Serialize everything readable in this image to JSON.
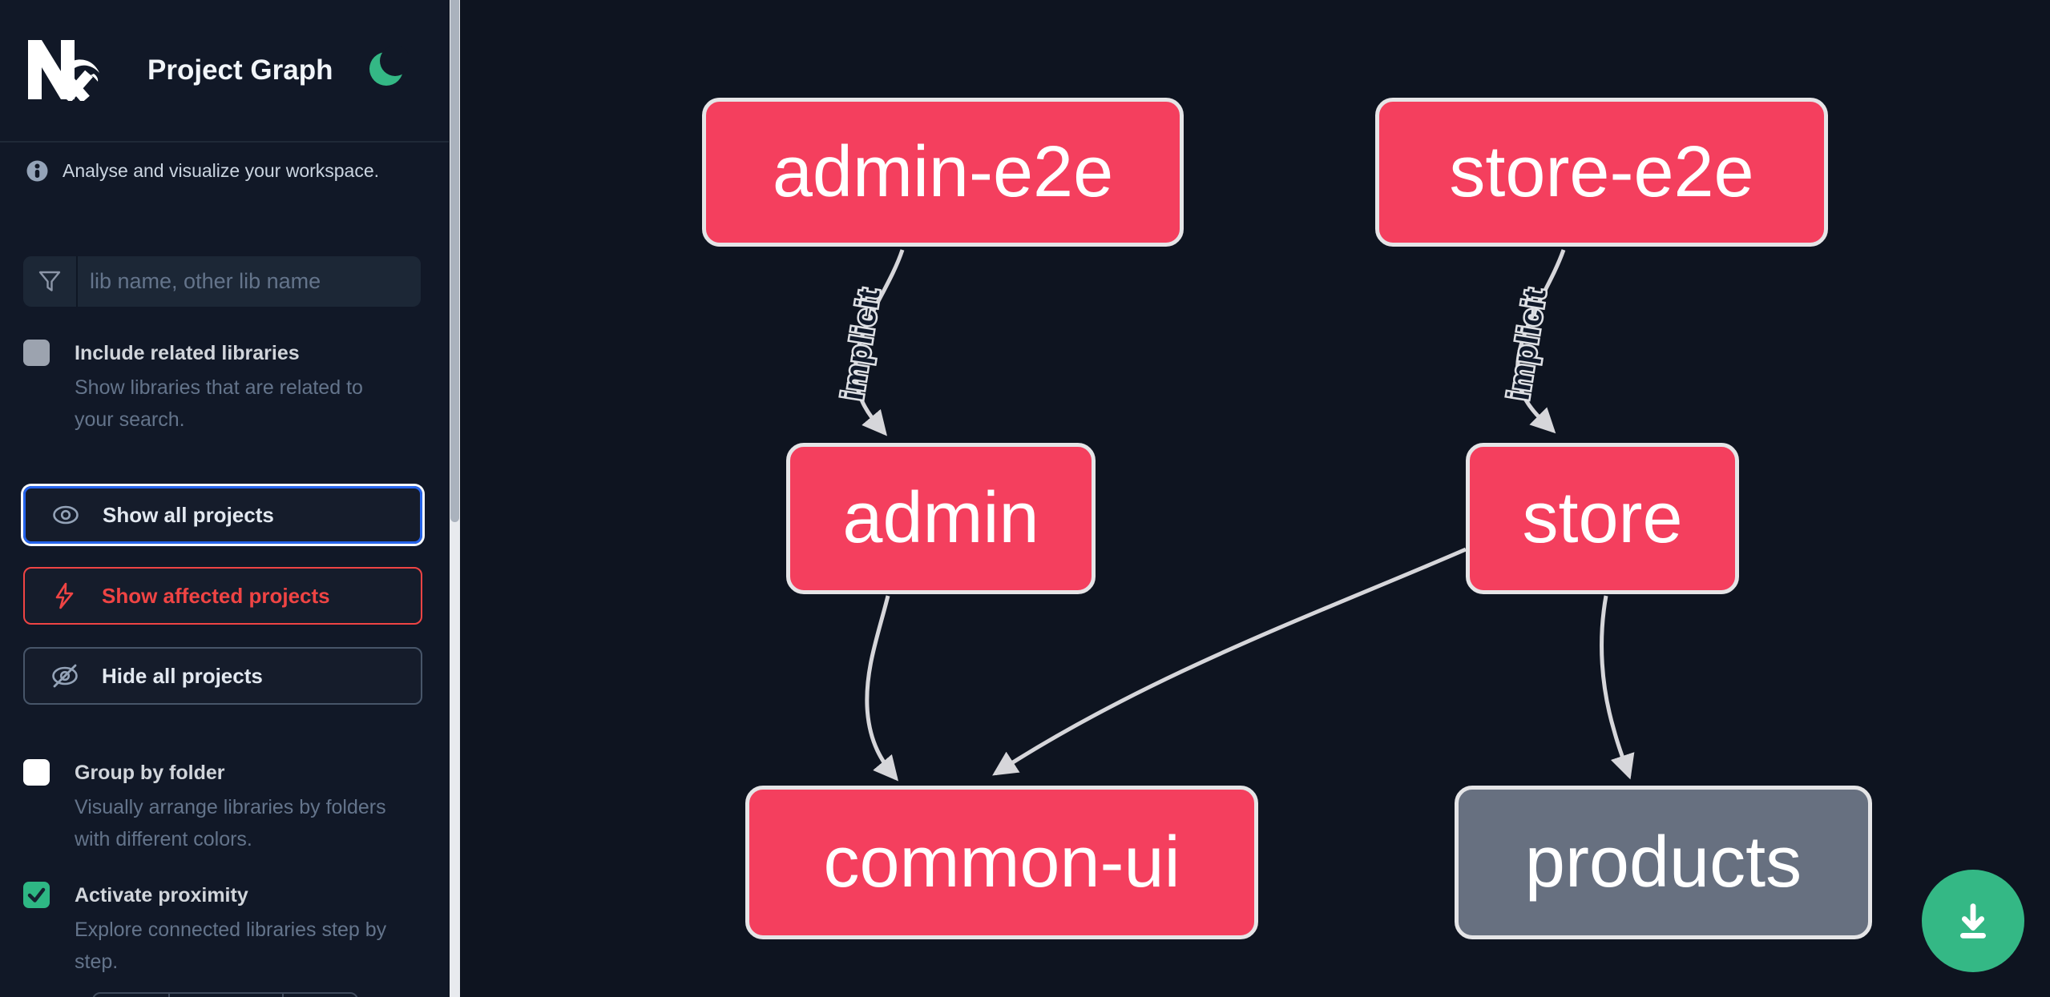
{
  "app": {
    "title": "Project Graph",
    "logo_text": "Nx"
  },
  "sidebar": {
    "tagline": "Analyse and visualize your workspace.",
    "search": {
      "placeholder": "lib name, other lib name",
      "value": ""
    },
    "checkboxes": [
      {
        "label": "Include related libraries",
        "description": "Show libraries that are related to your search.",
        "checked": false,
        "disabled": true
      },
      {
        "label": "Group by folder",
        "description": "Visually arrange libraries by folders with different colors.",
        "checked": false,
        "disabled": false
      },
      {
        "label": "Activate proximity",
        "description": "Explore connected libraries step by step.",
        "checked": true,
        "disabled": false
      }
    ],
    "buttons": [
      {
        "label": "Show all projects",
        "icon": "eye-icon",
        "state": "focused"
      },
      {
        "label": "Show affected projects",
        "icon": "bolt-icon",
        "state": "affected"
      },
      {
        "label": "Hide all projects",
        "icon": "eye-off-icon",
        "state": "default"
      }
    ]
  },
  "graph": {
    "nodes": [
      {
        "id": "admin-e2e",
        "label": "admin-e2e",
        "type": "affected"
      },
      {
        "id": "store-e2e",
        "label": "store-e2e",
        "type": "affected"
      },
      {
        "id": "admin",
        "label": "admin",
        "type": "affected"
      },
      {
        "id": "store",
        "label": "store",
        "type": "affected"
      },
      {
        "id": "common-ui",
        "label": "common-ui",
        "type": "affected"
      },
      {
        "id": "products",
        "label": "products",
        "type": "plain"
      }
    ],
    "edges": [
      {
        "from": "admin-e2e",
        "to": "admin",
        "label": "implicit"
      },
      {
        "from": "store-e2e",
        "to": "store",
        "label": "implicit"
      },
      {
        "from": "admin",
        "to": "common-ui",
        "label": ""
      },
      {
        "from": "store",
        "to": "common-ui",
        "label": ""
      },
      {
        "from": "store",
        "to": "products",
        "label": ""
      }
    ]
  },
  "colors": {
    "accent_green": "#34b885",
    "affected_pink": "#f43f5e",
    "unaffected_gray": "#677080",
    "focus_blue": "#2563eb",
    "affected_red": "#ef4444",
    "edge_gray": "#d6d6da"
  }
}
